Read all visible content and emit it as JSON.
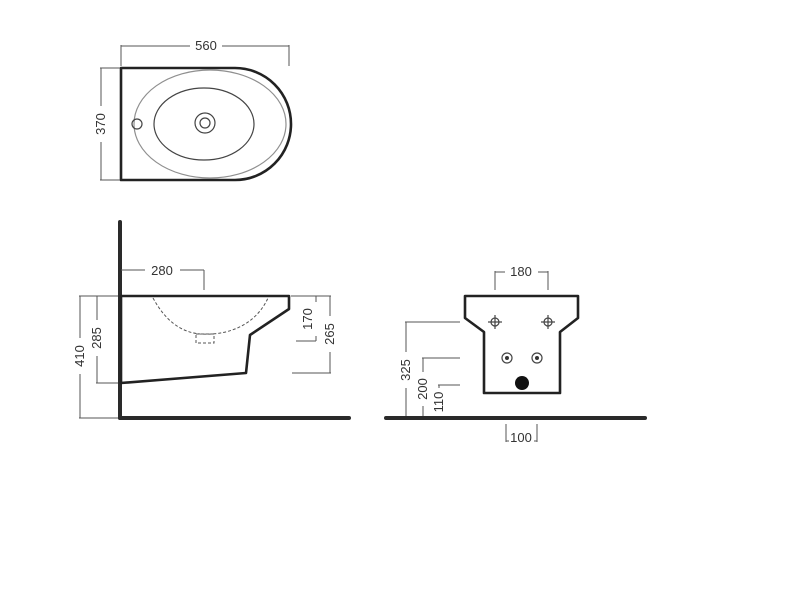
{
  "dimensions": {
    "top_width": "560",
    "top_depth": "370",
    "side_depth_to_hole": "280",
    "side_total_height": "410",
    "side_rim_to_base": "285",
    "side_rim_to_waste": "170",
    "side_rim_to_bottom": "265",
    "front_width": "180",
    "front_bracket_height": "325",
    "front_supply_height": "200",
    "front_waste_height": "110",
    "front_floor_offset": "100"
  },
  "colors": {
    "line": "#222222",
    "dimension": "#555555",
    "background": "#ffffff"
  }
}
